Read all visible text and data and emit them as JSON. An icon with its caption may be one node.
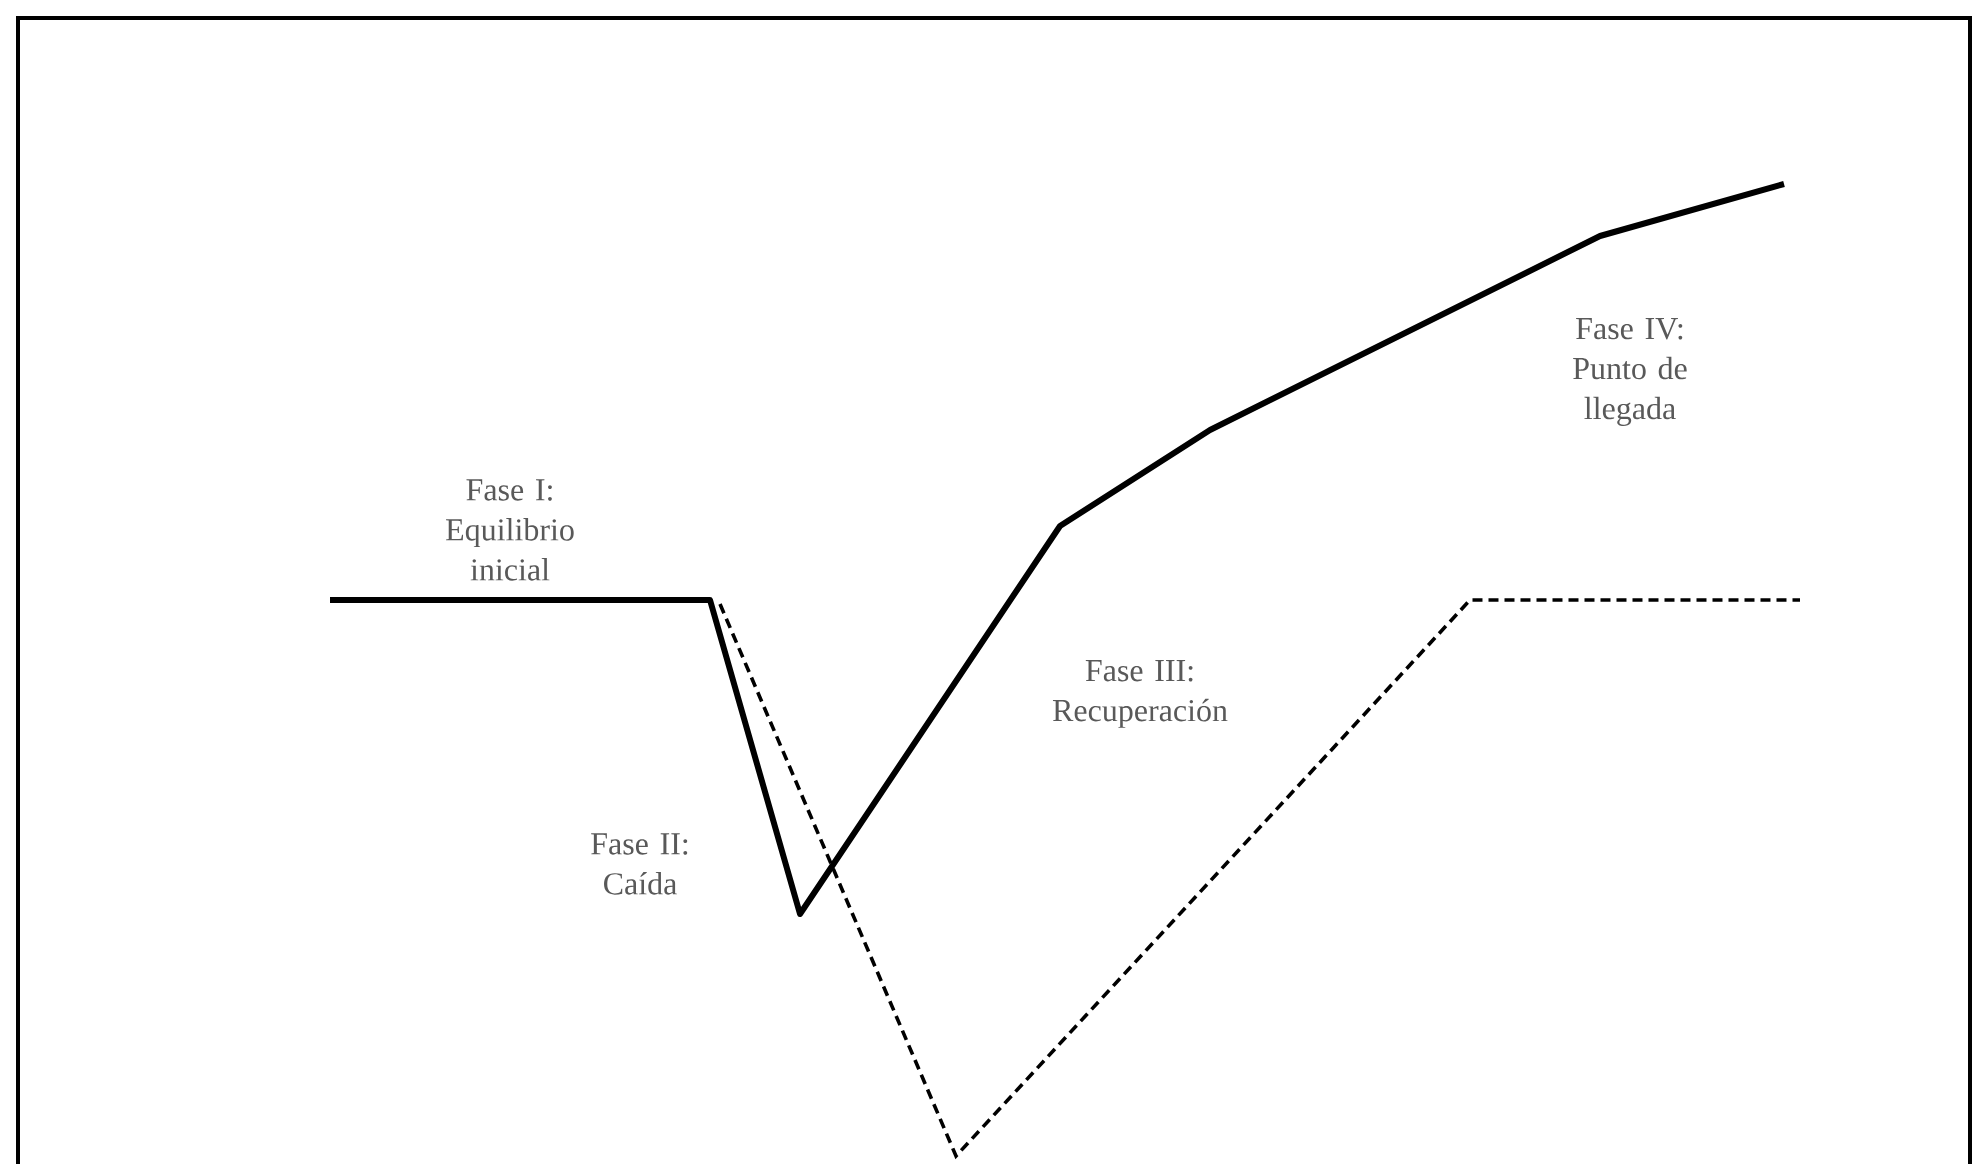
{
  "diagram": {
    "labels": [
      "Fase I: Equilibrio inicial",
      "Fase II: Caída",
      "Fase III: Recuperación",
      "Fase IV: Punto de llegada"
    ]
  }
}
